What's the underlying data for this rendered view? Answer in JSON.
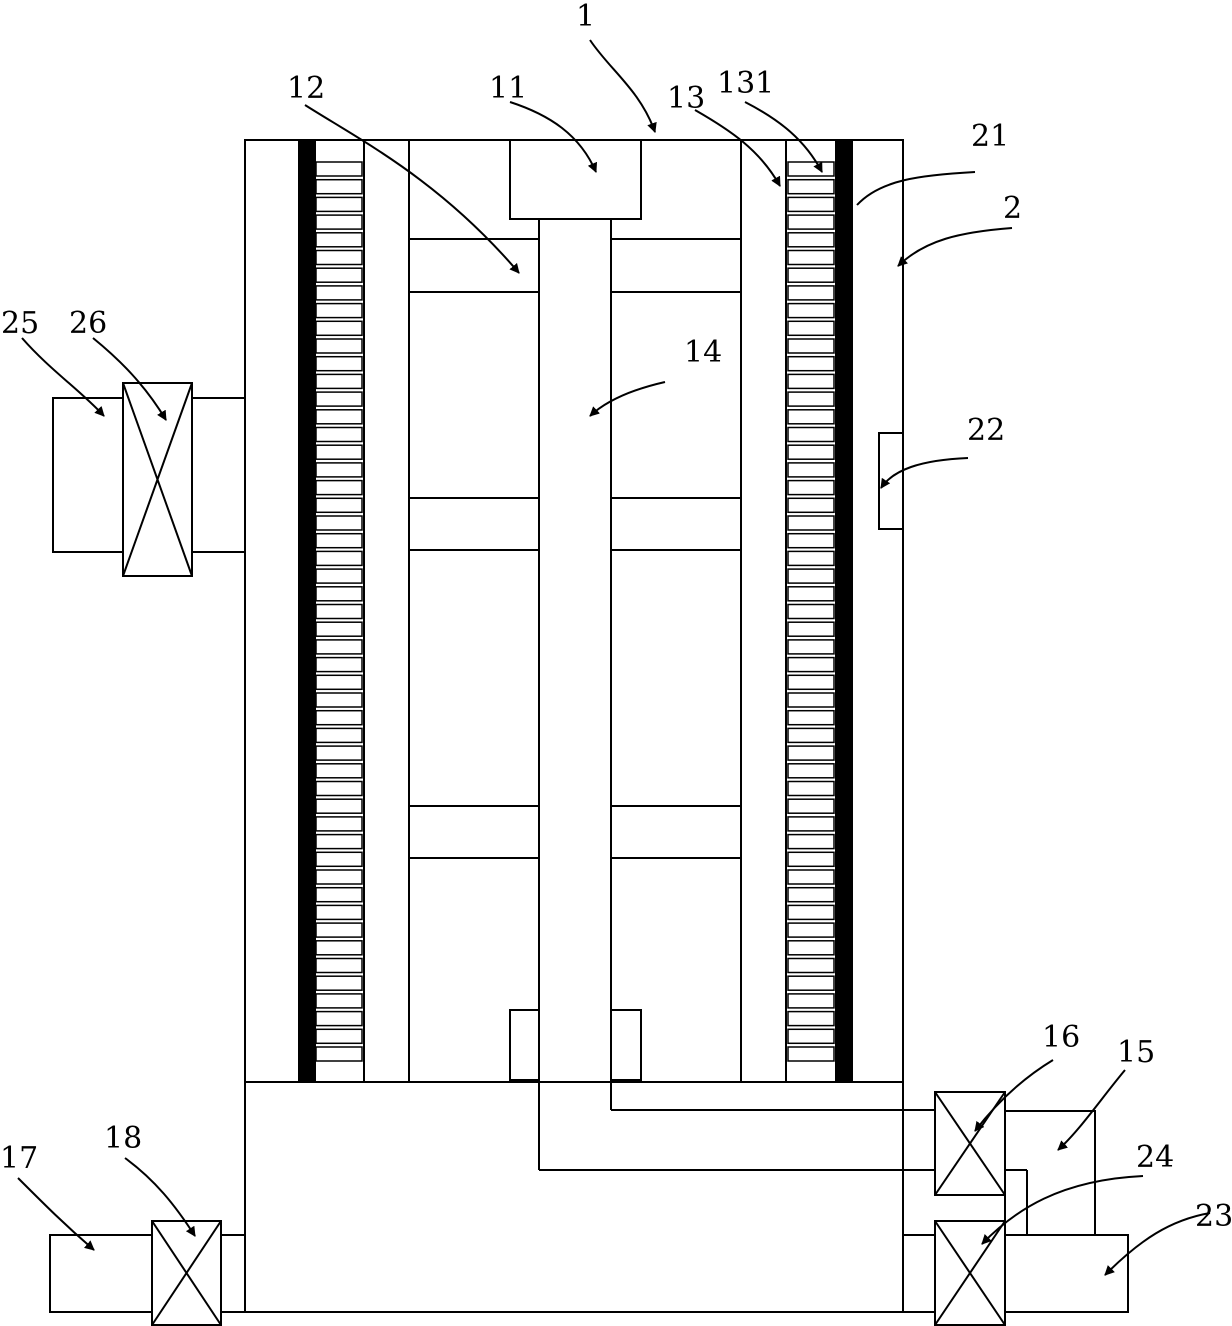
{
  "labels": {
    "l1": "1",
    "l2": "2",
    "l11": "11",
    "l12": "12",
    "l13": "13",
    "l131": "131",
    "l14": "14",
    "l15": "15",
    "l16": "16",
    "l17": "17",
    "l18": "18",
    "l21": "21",
    "l22": "22",
    "l23": "23",
    "l24": "24",
    "l25": "25",
    "l26": "26"
  },
  "colors": {
    "line": "#000000",
    "background": "#ffffff"
  }
}
